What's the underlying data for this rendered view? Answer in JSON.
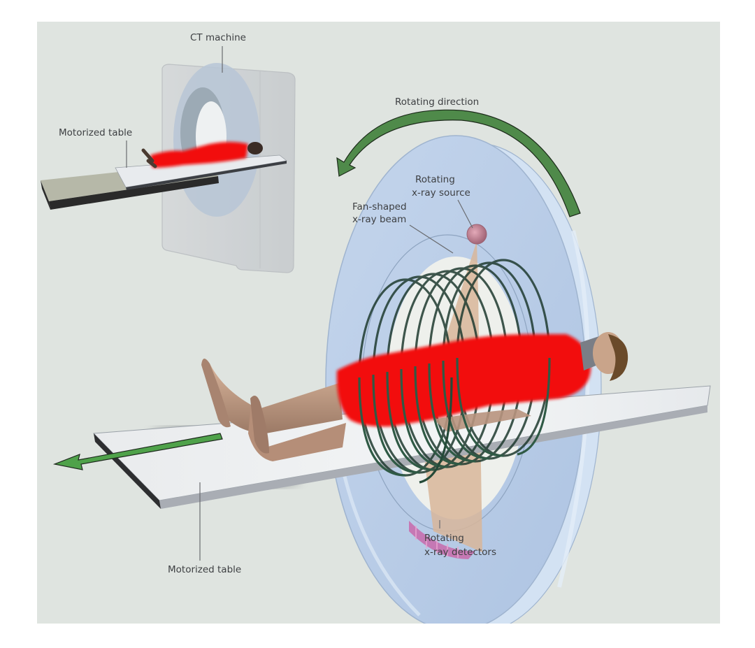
{
  "diagram": {
    "title": "CT scanner schematic",
    "inset": {
      "machine_label": "CT machine",
      "table_label": "Motorized table"
    },
    "main": {
      "rotating_direction_label": "Rotating direction",
      "source_label_line1": "Rotating",
      "source_label_line2": "x-ray source",
      "beam_label_line1": "Fan-shaped",
      "beam_label_line2": "x-ray beam",
      "detectors_label_line1": "Rotating",
      "detectors_label_line2": "x-ray detectors",
      "table_label": "Motorized table"
    },
    "colors": {
      "background": "#dfe4e0",
      "gantry_ring": "#b8cde8",
      "gantry_edge": "#d6e4f4",
      "rotation_arrow": "#4f8a4a",
      "table_arrow": "#4fa24a",
      "helix_rings": "#2f5a45",
      "patient_garment": "#f20c0c",
      "skin": "#c9a48a",
      "fan_beam": "#d8b69a",
      "xray_source": "#c58a9a",
      "detectors": "#c86aaa",
      "table_top": "#f0f2f3",
      "table_edge": "#a9adb4",
      "inset_housing": "#d8dbdc",
      "inset_bore": "#b7c6d6",
      "inset_table": "#b6b8a8"
    }
  }
}
